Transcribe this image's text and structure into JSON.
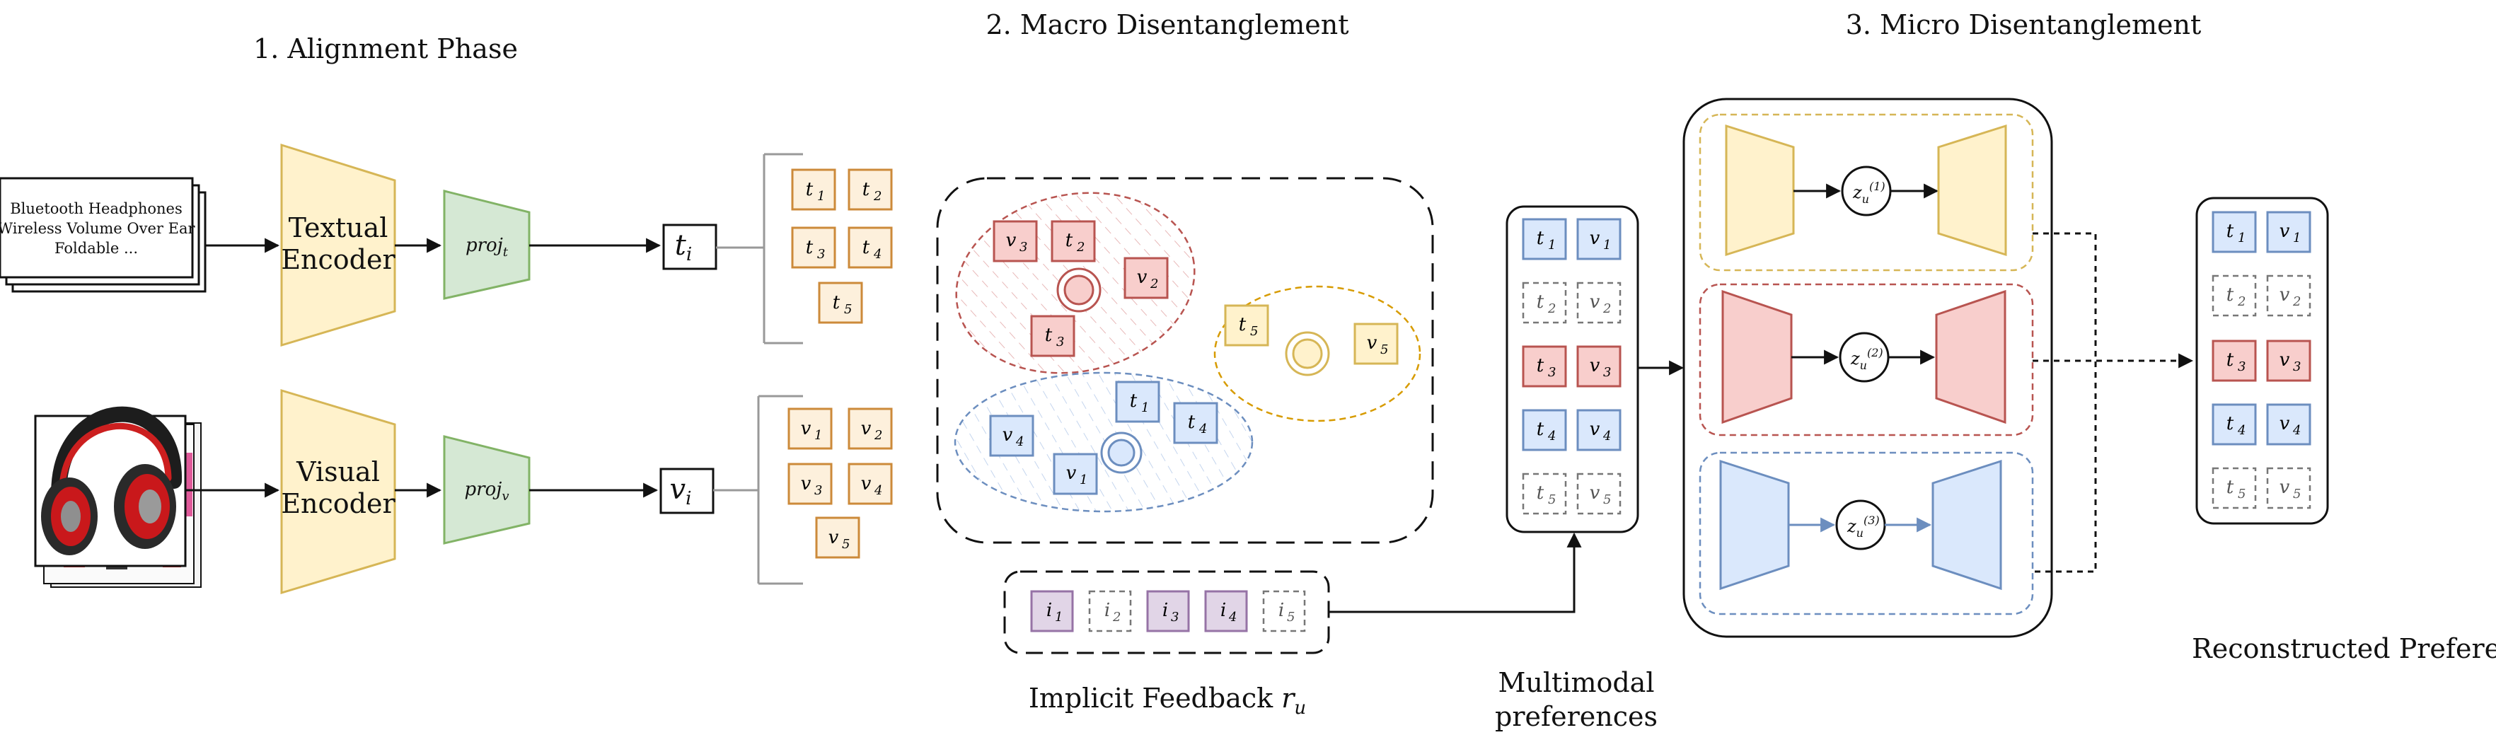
{
  "titles": {
    "alignment": "1. Alignment Phase",
    "macro": "2. Macro Disentanglement",
    "micro": "3. Micro Disentanglement"
  },
  "product_text": {
    "line1": "Bluetooth Headphones",
    "line2": "Wireless Volume Over Ear",
    "line3": "Foldable ..."
  },
  "encoders": {
    "textual_l1": "Textual",
    "textual_l2": "Encoder",
    "visual_l1": "Visual",
    "visual_l2": "Encoder",
    "proj_t_base": "proj",
    "proj_t_sub": "t",
    "proj_v_base": "proj",
    "proj_v_sub": "v"
  },
  "embeddings": {
    "t_base": "t",
    "t_sub": "i",
    "v_base": "v",
    "v_sub": "i"
  },
  "feedback": {
    "label_text": "Implicit Feedback ",
    "label_base": "r",
    "label_sub": "u"
  },
  "multimodal_label": {
    "line1": "Multimodal",
    "line2": "preferences"
  },
  "latents": {
    "base": "z",
    "sub": "u",
    "sup1": "(1)",
    "sup2": "(2)",
    "sup3": "(3)"
  },
  "reconstructed_label": "Reconstructed Preferences",
  "colors": {
    "orange_fill": "#fdf0dc",
    "orange_stroke": "#cc8a3a",
    "red_fill": "#f6c8c8",
    "red_stroke": "#b85450",
    "blue_fill": "#d6e5f8",
    "blue_stroke": "#6c8ebf",
    "yellow_fill": "#fff2c8",
    "yellow_stroke": "#d6b656",
    "green_fill": "#d5e8d4",
    "green_stroke": "#82b366",
    "purple_fill": "#e1d5e7",
    "purple_stroke": "#9673a6",
    "encoder_fill": "#fff2cc"
  }
}
